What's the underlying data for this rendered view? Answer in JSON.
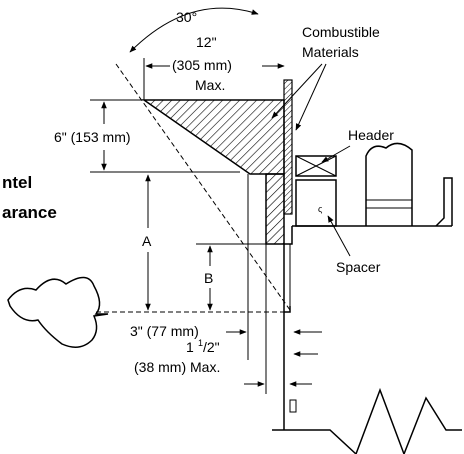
{
  "labels": {
    "angle": "30°",
    "top_width": "12\"",
    "top_width_mm": "(305 mm)",
    "top_width_max": "Max.",
    "combustible_1": "Combustible",
    "combustible_2": "Materials",
    "header": "Header",
    "depth": "6\" (153 mm)",
    "mantel_1": "ntel",
    "mantel_2": "arance",
    "dim_a": "A",
    "dim_b": "B",
    "spacer": "Spacer",
    "three_in": "3\" (77 mm)",
    "one_half_whole": "1",
    "one_half_num": "1",
    "one_half_den": "/2\"",
    "one_half_mm": "(38 mm) Max."
  }
}
